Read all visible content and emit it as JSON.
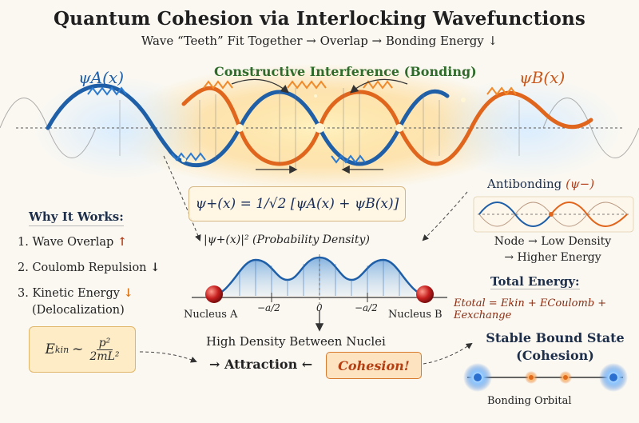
{
  "header": {
    "title": "Quantum Cohesion via Interlocking Wavefunctions",
    "subtitle": "Wave “Teeth” Fit Together → Overlap → Bonding Energy ↓"
  },
  "waves": {
    "psi_a_label": "ψA(x)",
    "psi_b_label": "ψB(x)",
    "constructive_label": "Constructive Interference (Bonding)"
  },
  "formula": {
    "bonding": "ψ+(x) = 1/√2 [ψA(x) + ψB(x)]"
  },
  "density": {
    "label": "|ψ+(x)|² (Probability Density)",
    "nucleus_a": "Nucleus A",
    "nucleus_b": "Nucleus B",
    "tick_left": "−a/2",
    "tick_center": "0",
    "tick_right": "−a/2",
    "high_density": "High Density Between Nuclei"
  },
  "why": {
    "title": "Why It Works:",
    "item1": "1. Wave Overlap",
    "item1_arrow": "↑",
    "item2": "2. Coulomb Repulsion",
    "item2_arrow": "↓",
    "item3": "3. Kinetic Energy",
    "item3_arrow": "↓",
    "item3_sub": "(Delocalization)",
    "ekin_lhs": "E",
    "ekin_sub": "kin",
    "ekin_sim": "~",
    "ekin_num": "p²",
    "ekin_den": "2mL²"
  },
  "bottom": {
    "attraction": "→ Attraction ←",
    "cohesion": "Cohesion!"
  },
  "antibonding": {
    "label": "Antibonding",
    "psi": "(ψ−)",
    "node_line1": "Node → Low Density",
    "node_line2": "→ Higher Energy"
  },
  "energy": {
    "title": "Total Energy:",
    "formula": "Etotal = Ekin + ECoulomb + Eexchange",
    "stable_line1": "Stable Bound State",
    "stable_line2": "(Cohesion)",
    "bonding_orbital": "Bonding Orbital"
  },
  "colors": {
    "blue": "#1f5fa8",
    "orange": "#e0651d",
    "green": "#2f6b2a",
    "red_nucleus": "#b31d1d"
  }
}
